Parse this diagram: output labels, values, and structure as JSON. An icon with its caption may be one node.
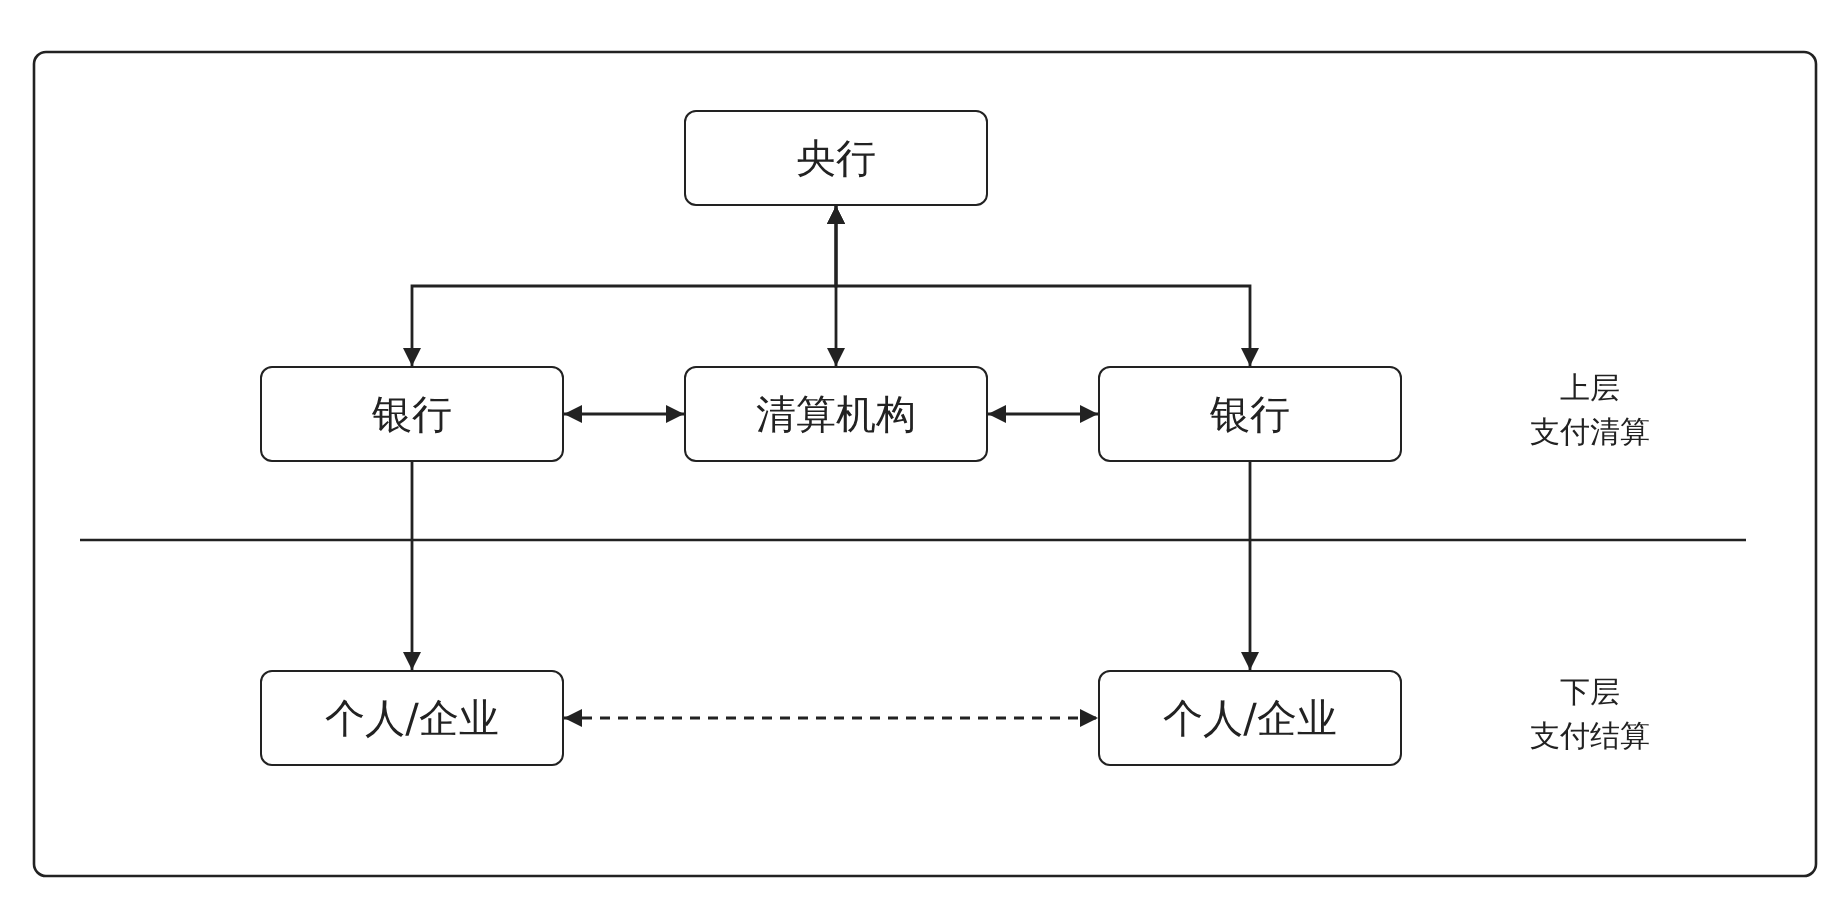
{
  "diagram": {
    "nodes": [
      {
        "text": [
          "央行"
        ]
      },
      {
        "text": [
          "银行"
        ]
      },
      {
        "text": [
          "清算机构"
        ]
      },
      {
        "text": [
          "银行"
        ]
      },
      {
        "text": [
          "个人/企业"
        ]
      },
      {
        "text": [
          "个人/企业"
        ]
      }
    ],
    "edges": [
      {
        "from": 0,
        "to": 1,
        "arrow": "both"
      },
      {
        "from": 0,
        "to": 2,
        "arrow": "both"
      },
      {
        "from": 0,
        "to": 3,
        "arrow": "both"
      },
      {
        "from": 1,
        "to": 2,
        "arrow": "both"
      },
      {
        "from": 2,
        "to": 3,
        "arrow": "both"
      },
      {
        "from": 1,
        "to": 4,
        "arrow": "to"
      },
      {
        "from": 3,
        "to": 5,
        "arrow": "to"
      },
      {
        "from": 4,
        "to": 5,
        "arrow": "both",
        "style": "dashed"
      }
    ],
    "labels": [
      "上层",
      "支付清算",
      "下层",
      "支付结算"
    ]
  }
}
